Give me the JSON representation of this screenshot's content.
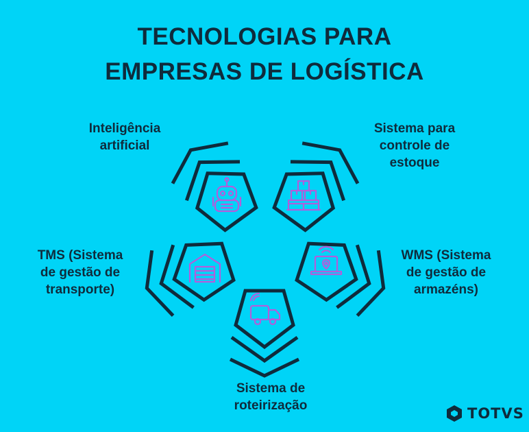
{
  "title": {
    "line1": "TECNOLOGIAS PARA",
    "line2": "EMPRESAS DE LOGÍSTICA"
  },
  "segments": [
    {
      "id": "ai",
      "label_lines": [
        "Inteligência",
        "artificial"
      ],
      "icon": "robot-icon"
    },
    {
      "id": "stock",
      "label_lines": [
        "Sistema para",
        "controle de",
        "estoque"
      ],
      "icon": "boxes-pallet-icon"
    },
    {
      "id": "wms",
      "label_lines": [
        "WMS (Sistema",
        "de gestão de",
        "armazéns)"
      ],
      "icon": "laptop-location-icon"
    },
    {
      "id": "route",
      "label_lines": [
        "Sistema de",
        "roteirização"
      ],
      "icon": "truck-signal-icon"
    },
    {
      "id": "tms",
      "label_lines": [
        "TMS (Sistema",
        "de gestão de",
        "transporte)"
      ],
      "icon": "warehouse-icon"
    }
  ],
  "colors": {
    "background": "#00D4F7",
    "outline": "#0F2B3C",
    "icon": "#B35DDB"
  },
  "logo": {
    "text": "TOTVS"
  }
}
